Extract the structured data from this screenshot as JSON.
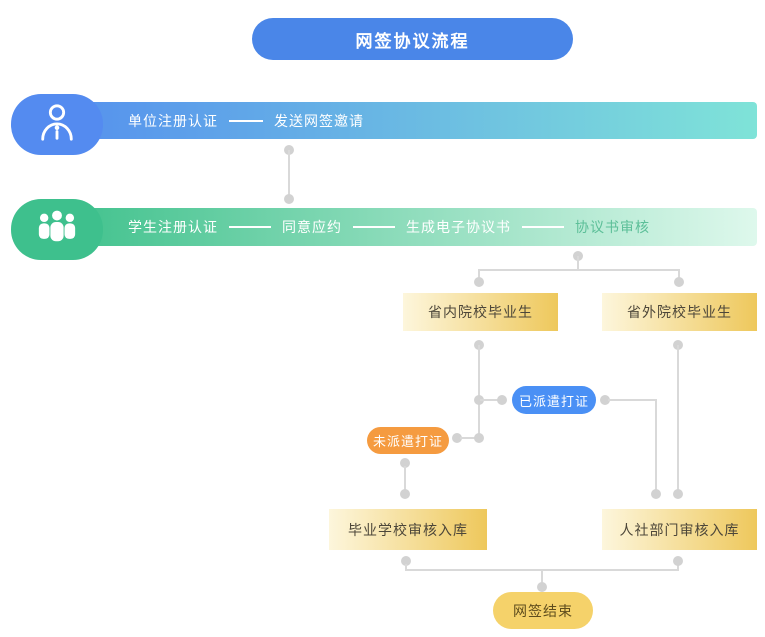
{
  "title": "网签协议流程",
  "lanes": {
    "unit": {
      "icon": "person-icon",
      "steps": [
        "单位注册认证",
        "发送网签邀请"
      ]
    },
    "student": {
      "icon": "group-icon",
      "steps": [
        "学生注册认证",
        "同意应约",
        "生成电子协议书",
        "协议书审核"
      ]
    }
  },
  "nodes": {
    "in_province": "省内院校毕业生",
    "out_province": "省外院校毕业生",
    "dispatched": "已派遣打证",
    "not_dispatched": "未派遣打证",
    "school_review": "毕业学校审核入库",
    "hr_review": "人社部门审核入库",
    "finish": "网签结束"
  },
  "colors": {
    "title_blue": "#4a86e8",
    "unit_badge_blue": "#548bf0",
    "unit_bar_gradient_start": "#5590ee",
    "unit_bar_gradient_end": "#7fe3d8",
    "student_badge_green": "#3ec08d",
    "student_bar_gradient_start": "#3fc18c",
    "student_bar_gradient_end": "#def8ec",
    "gold_box_gradient_start": "#fdf6dc",
    "gold_box_gradient_end": "#eec85c",
    "pill_blue": "#4a90f5",
    "pill_orange": "#f59b40",
    "pill_yellow": "#f5d26a",
    "connector_gray": "#d9d9d9"
  }
}
